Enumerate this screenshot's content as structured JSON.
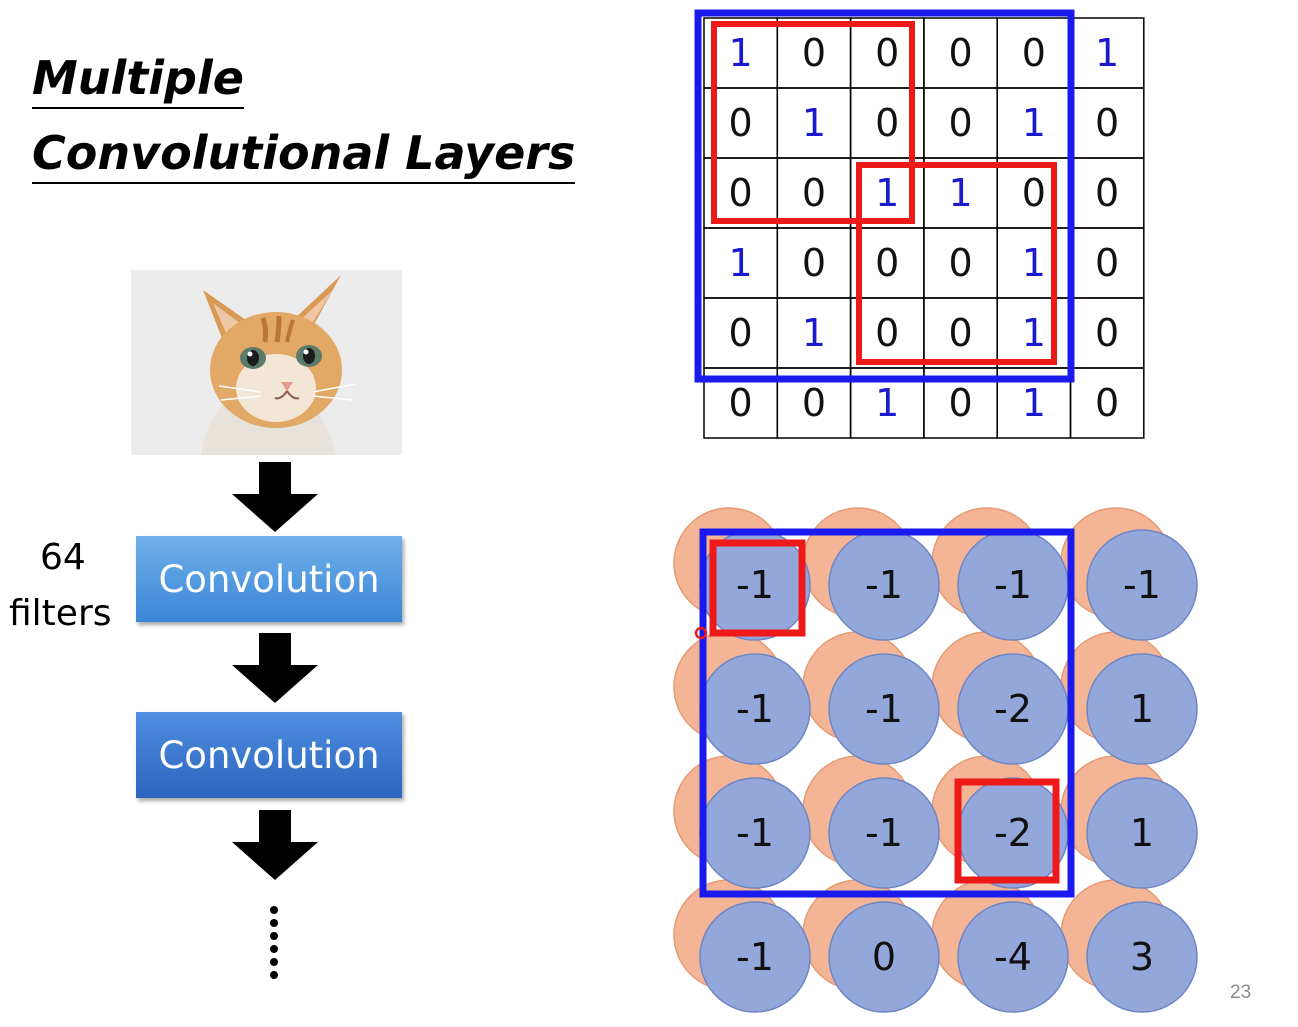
{
  "title": {
    "line1": "Multiple",
    "line2": "Convolutional Layers"
  },
  "left_stack": {
    "filters_count": "64",
    "filters_label": "filters",
    "blocks": [
      "Convolution",
      "Convolution"
    ],
    "ellipsis": "……"
  },
  "input_matrix": {
    "rows": [
      [
        1,
        0,
        0,
        0,
        0,
        1
      ],
      [
        0,
        1,
        0,
        0,
        1,
        0
      ],
      [
        0,
        0,
        1,
        1,
        0,
        0
      ],
      [
        1,
        0,
        0,
        0,
        1,
        0
      ],
      [
        0,
        1,
        0,
        0,
        1,
        0
      ],
      [
        0,
        0,
        1,
        0,
        1,
        0
      ]
    ],
    "one_color": "#1a1acc",
    "zero_color": "#111111"
  },
  "feature_map": {
    "rows": [
      [
        "-1",
        "-1",
        "-1",
        "-1"
      ],
      [
        "-1",
        "-1",
        "-2",
        "1"
      ],
      [
        "-1",
        "-1",
        "-2",
        "1"
      ],
      [
        "-1",
        "0",
        "-4",
        "3"
      ]
    ],
    "front_color": "#93a7db",
    "back_color": "#f4b596"
  },
  "colors": {
    "blue_box": "#1a1aee",
    "red_box": "#ee1a1a"
  },
  "slide_number": "23"
}
